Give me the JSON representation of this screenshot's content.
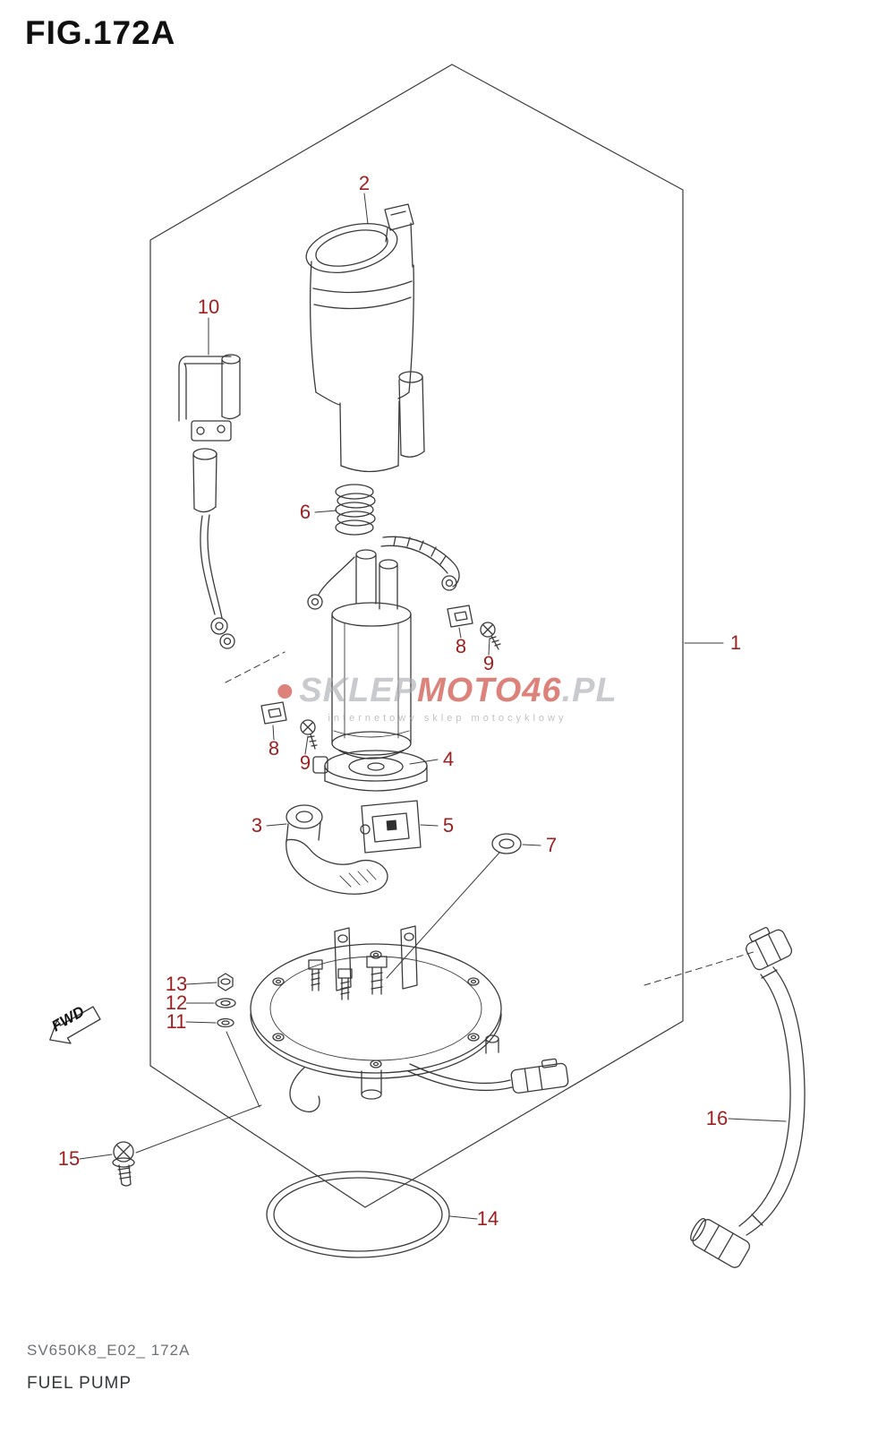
{
  "page": {
    "title": "FIG.172A",
    "footer_code": "SV650K8_E02_ 172A",
    "footer_name": "FUEL PUMP"
  },
  "fwd_label": "FWD",
  "watermark": {
    "part1": "SKLEP",
    "part2": "MOTO",
    "part3": "46",
    "part4": ".PL",
    "subtitle": "internetowy sklep motocyklowy"
  },
  "colors": {
    "callout": "#9c2020",
    "line": "#3a3a3a",
    "watermark_red": "#c8372c",
    "watermark_gray": "#a7abb0"
  },
  "callouts": {
    "c1": "1",
    "c2": "2",
    "c3": "3",
    "c4": "4",
    "c5": "5",
    "c6": "6",
    "c7": "7",
    "c8": "8",
    "c9": "9",
    "c10": "10",
    "c11": "11",
    "c12": "12",
    "c13": "13",
    "c14": "14",
    "c15": "15",
    "c16": "16"
  }
}
